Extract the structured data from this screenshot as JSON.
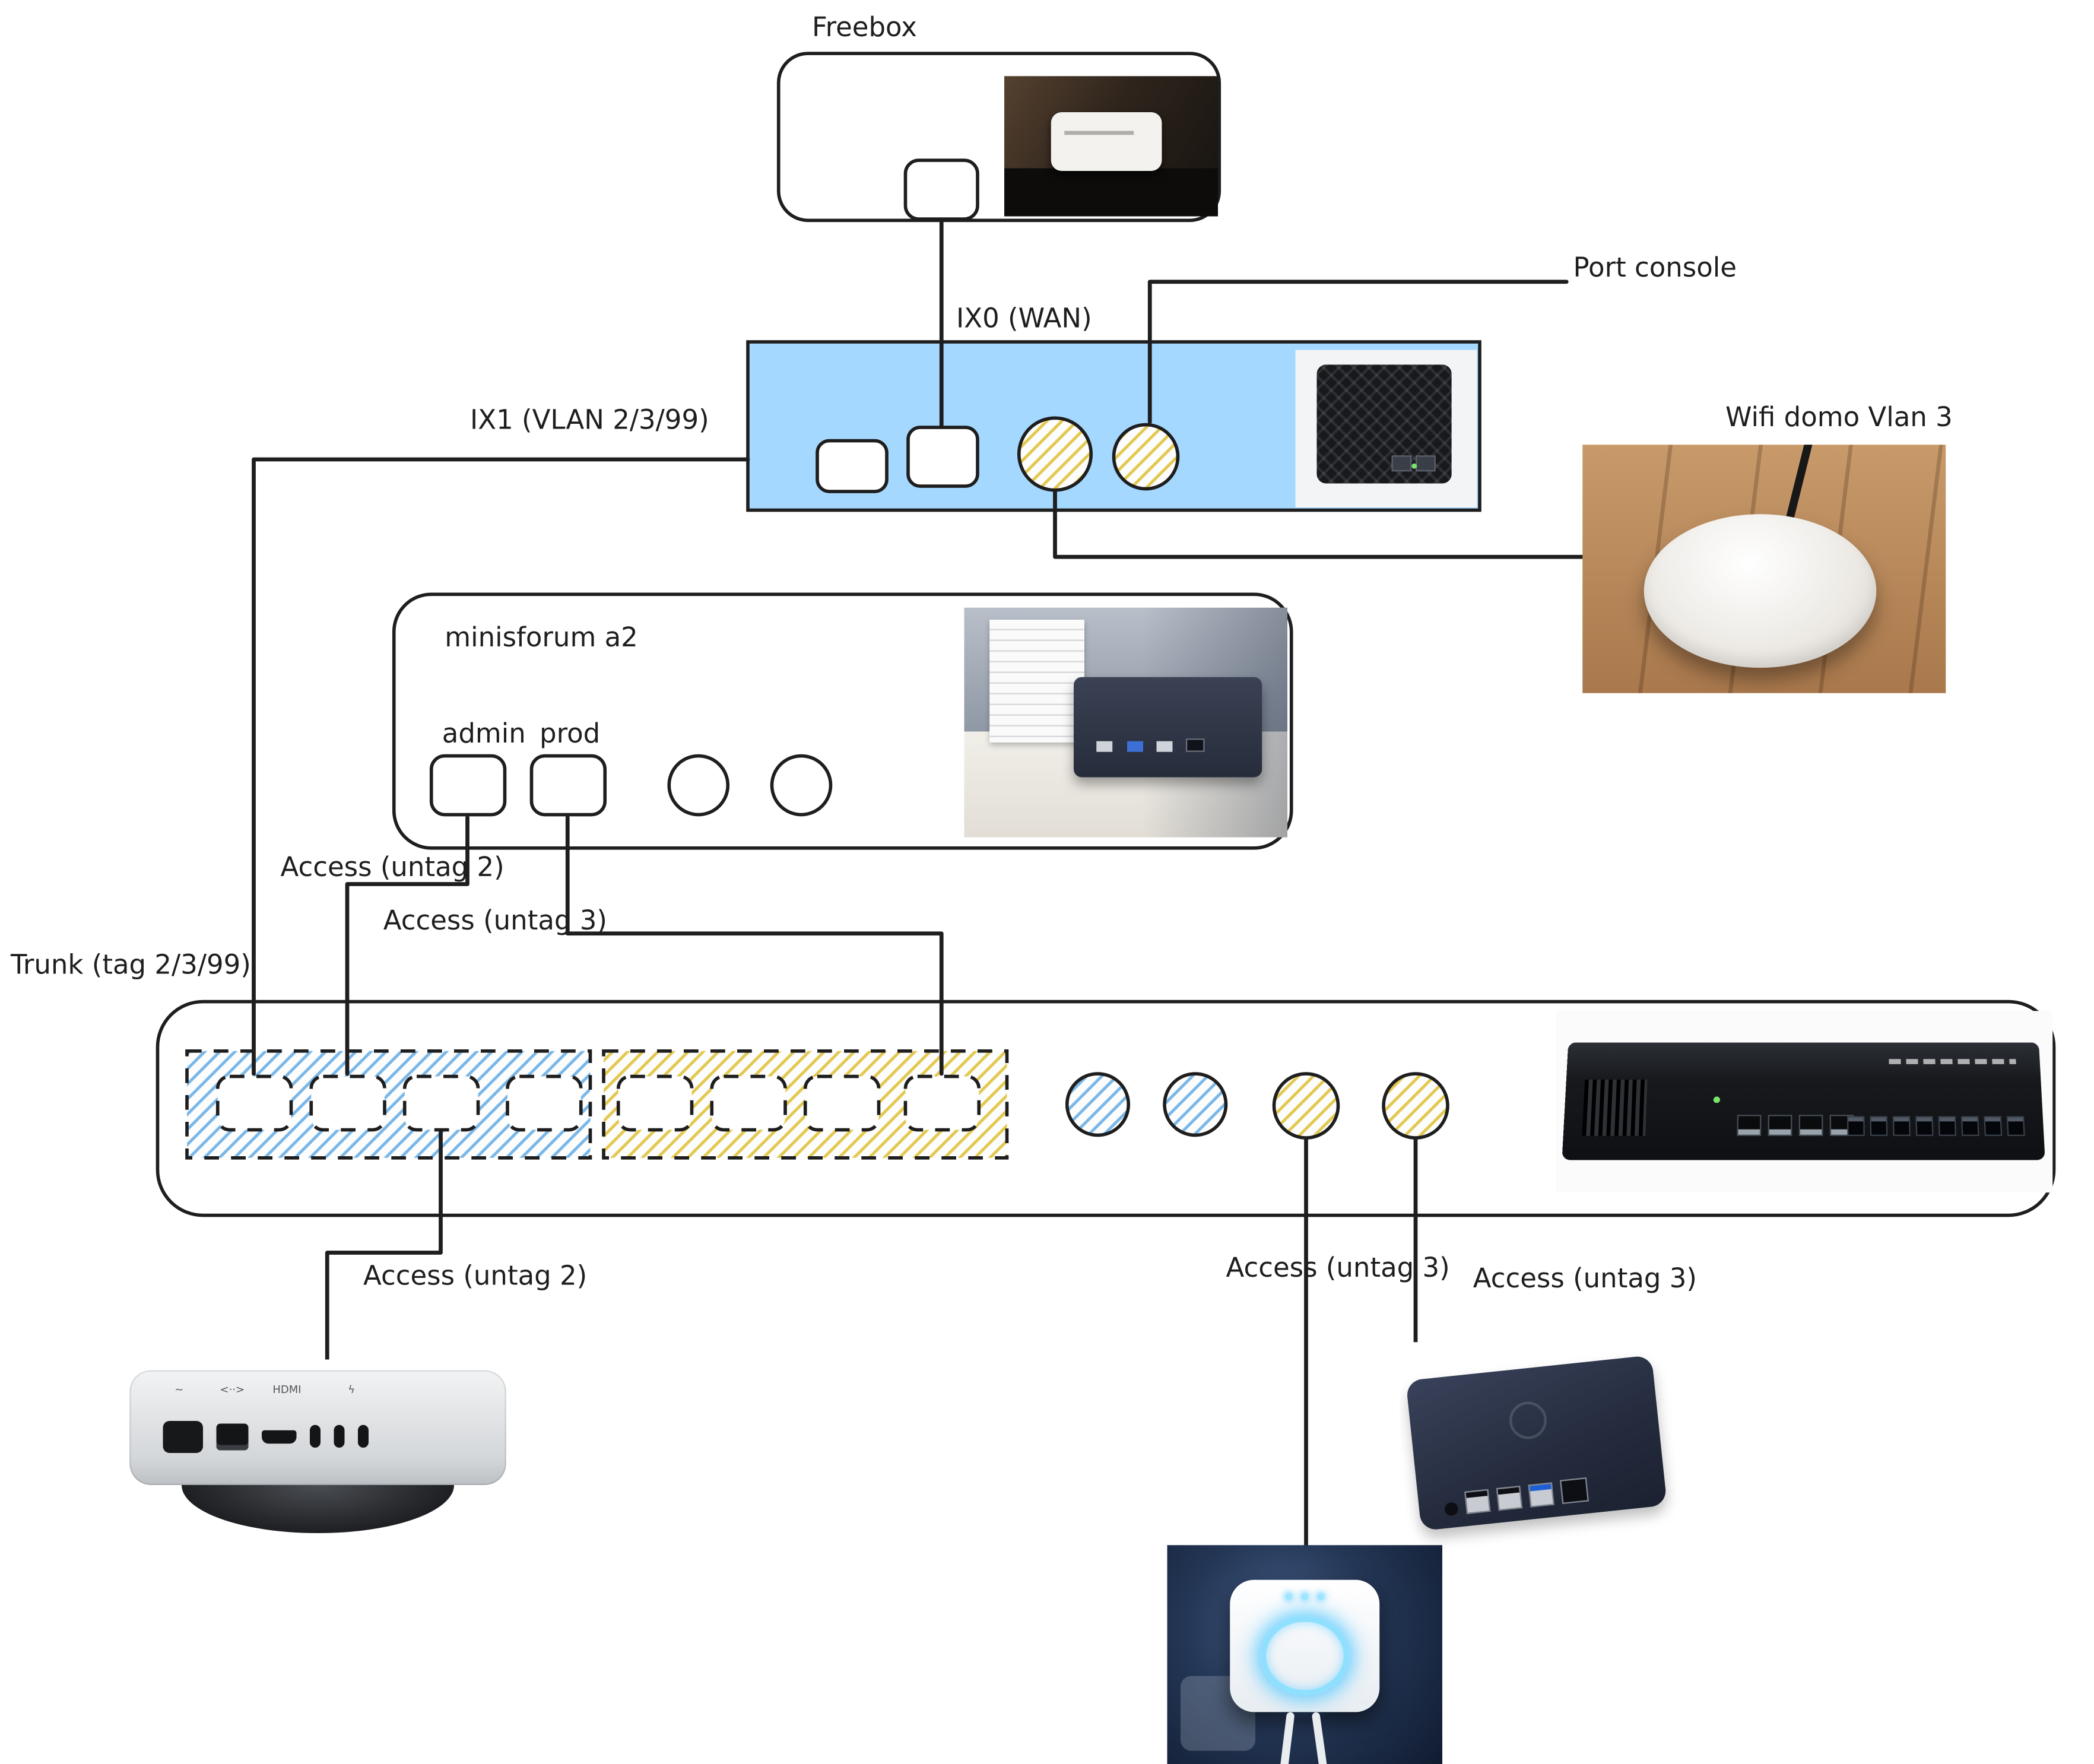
{
  "labels": {
    "freebox": "Freebox",
    "ix0_wan": "IX0 (WAN)",
    "port_console": "Port console",
    "ix1_vlan": "IX1 (VLAN 2/3/99)",
    "wifi_domo": "Wifi domo Vlan 3",
    "minisforum": "minisforum a2",
    "admin": "admin",
    "prod": "prod",
    "access_untag2_top": "Access (untag 2)",
    "access_untag3_top": "Access (untag 3)",
    "trunk": "Trunk (tag 2/3/99)",
    "access_untag2_bottom": "Access (untag 2)",
    "access_untag3_hue": "Access (untag 3)",
    "access_untag3_pi": "Access (untag 3)"
  },
  "macmini_port_labels": {
    "power": "~",
    "ethernet": "<··>",
    "hdmi": "HDMI",
    "thunderbolt": "ϟ"
  },
  "colors": {
    "stroke": "#1e1e1e",
    "router_fill": "#a5d8ff",
    "hatch_blue": "#79b7e8",
    "hatch_yellow": "#e3c84e"
  }
}
